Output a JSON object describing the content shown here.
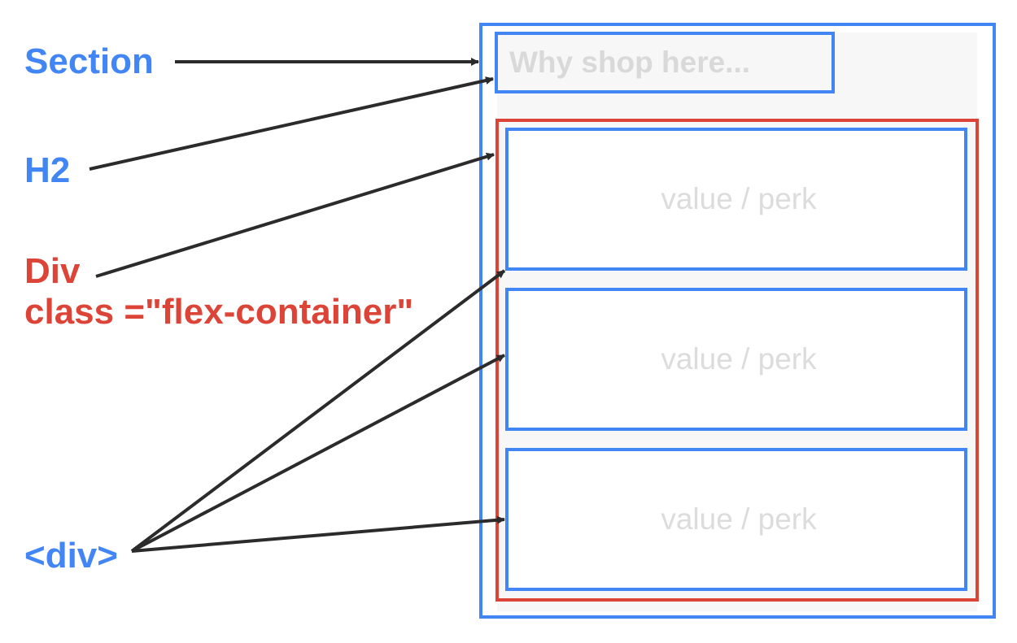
{
  "labels": {
    "section": "Section",
    "h2": "H2",
    "div": "Div",
    "div_class": "class =\"flex-container\"",
    "child_div": "<div>"
  },
  "diagram": {
    "heading_text": "Why shop here...",
    "items": [
      {
        "text": "value / perk"
      },
      {
        "text": "value / perk"
      },
      {
        "text": "value / perk"
      }
    ]
  },
  "colors": {
    "blue": "#4285f4",
    "red": "#db4437",
    "arrow": "#2b2b2b",
    "fill": "#f7f7f7",
    "placeholder_text": "#d9d9d9"
  }
}
